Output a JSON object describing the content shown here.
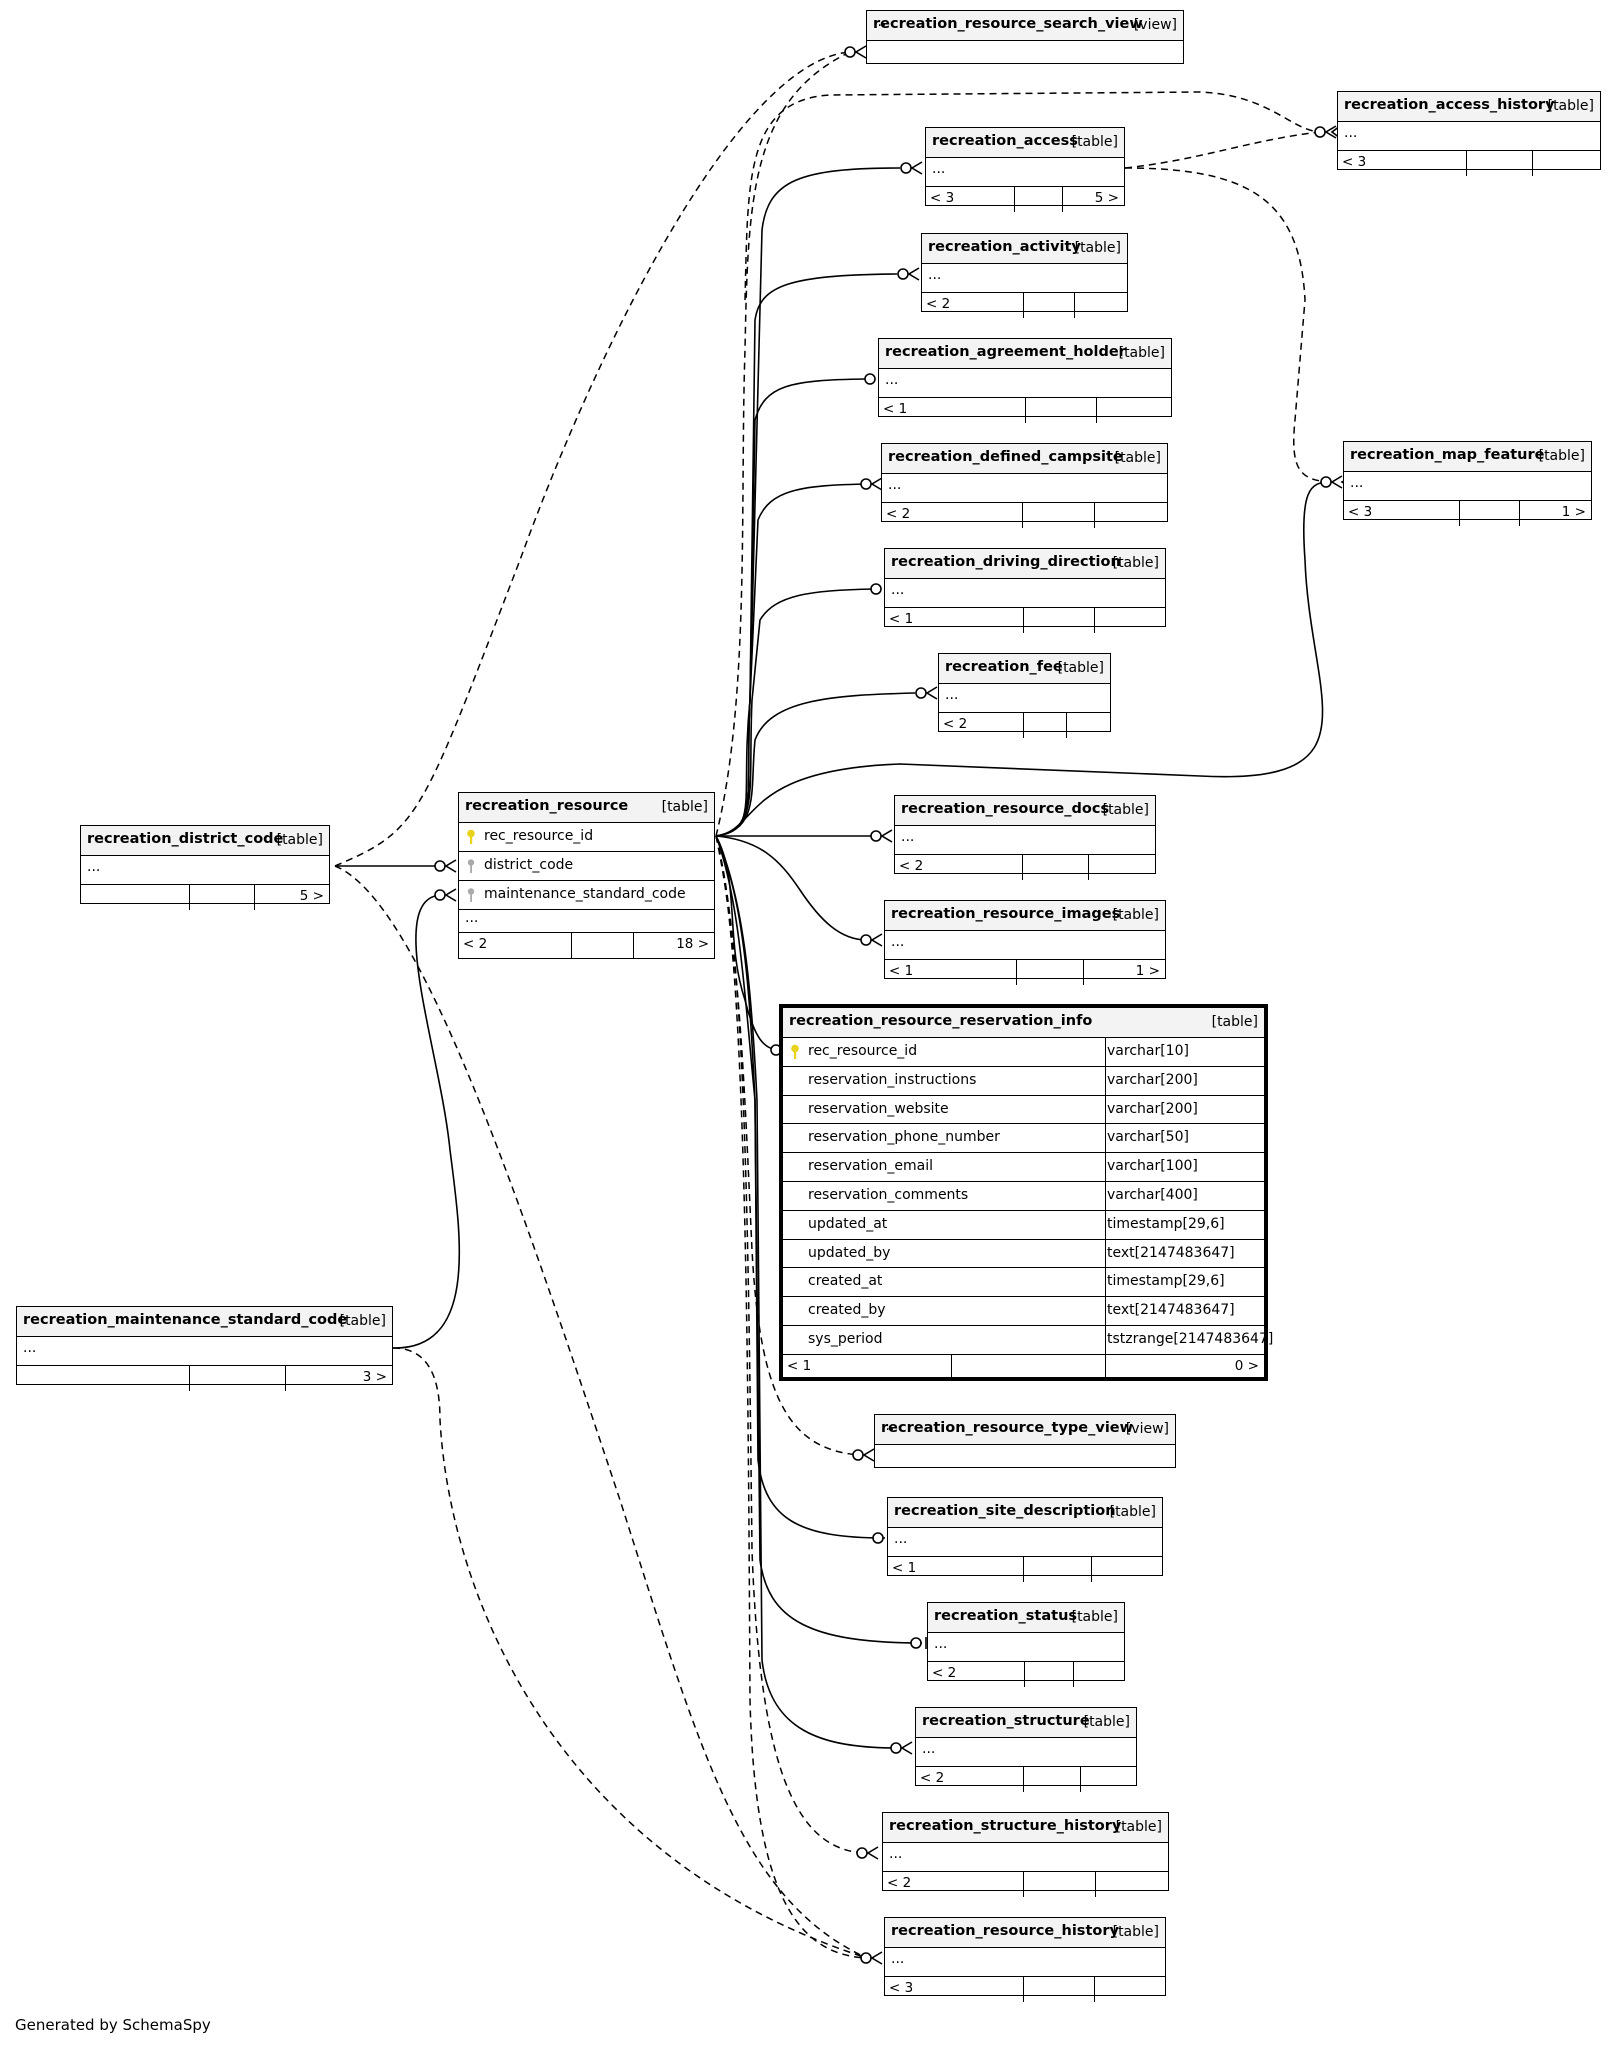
{
  "diagram": {
    "credit": "Generated by SchemaSpy",
    "colors": {
      "primary_key": "#e8d21a",
      "foreign_key": "#aaaaaa",
      "header_bg": "#f3f3f3"
    },
    "tables": {
      "search_view": {
        "name": "recreation_resource_search_view",
        "type": "[view]",
        "rows": "..."
      },
      "access_history": {
        "name": "recreation_access_history",
        "type": "[table]",
        "rows": "...",
        "left": "< 3",
        "right": ""
      },
      "access": {
        "name": "recreation_access",
        "type": "[table]",
        "rows": "...",
        "left": "< 3",
        "right": "5 >"
      },
      "activity": {
        "name": "recreation_activity",
        "type": "[table]",
        "rows": "...",
        "left": "< 2",
        "right": ""
      },
      "agreement_holder": {
        "name": "recreation_agreement_holder",
        "type": "[table]",
        "rows": "...",
        "left": "< 1",
        "right": ""
      },
      "defined_campsite": {
        "name": "recreation_defined_campsite",
        "type": "[table]",
        "rows": "...",
        "left": "< 2",
        "right": ""
      },
      "driving_direction": {
        "name": "recreation_driving_direction",
        "type": "[table]",
        "rows": "...",
        "left": "< 1",
        "right": ""
      },
      "fee": {
        "name": "recreation_fee",
        "type": "[table]",
        "rows": "...",
        "left": "< 2",
        "right": ""
      },
      "map_feature": {
        "name": "recreation_map_feature",
        "type": "[table]",
        "rows": "...",
        "left": "< 3",
        "right": "1 >"
      },
      "docs": {
        "name": "recreation_resource_docs",
        "type": "[table]",
        "rows": "...",
        "left": "< 2",
        "right": ""
      },
      "images": {
        "name": "recreation_resource_images",
        "type": "[table]",
        "rows": "...",
        "left": "< 1",
        "right": "1 >"
      },
      "district_code": {
        "name": "recreation_district_code",
        "type": "[table]",
        "rows": "...",
        "left": "",
        "right": "5 >"
      },
      "resource": {
        "name": "recreation_resource",
        "type": "[table]",
        "columns": [
          "rec_resource_id",
          "district_code",
          "maintenance_standard_code"
        ],
        "rows": "...",
        "left": "< 2",
        "right": "18 >"
      },
      "reservation_info": {
        "name": "recreation_resource_reservation_info",
        "type": "[table]",
        "columns": [
          {
            "name": "rec_resource_id",
            "type": "varchar[10]"
          },
          {
            "name": "reservation_instructions",
            "type": "varchar[200]"
          },
          {
            "name": "reservation_website",
            "type": "varchar[200]"
          },
          {
            "name": "reservation_phone_number",
            "type": "varchar[50]"
          },
          {
            "name": "reservation_email",
            "type": "varchar[100]"
          },
          {
            "name": "reservation_comments",
            "type": "varchar[400]"
          },
          {
            "name": "updated_at",
            "type": "timestamp[29,6]"
          },
          {
            "name": "updated_by",
            "type": "text[2147483647]"
          },
          {
            "name": "created_at",
            "type": "timestamp[29,6]"
          },
          {
            "name": "created_by",
            "type": "text[2147483647]"
          },
          {
            "name": "sys_period",
            "type": "tstzrange[2147483647]"
          }
        ],
        "left": "< 1",
        "right": "0 >"
      },
      "maintenance_code": {
        "name": "recreation_maintenance_standard_code",
        "type": "[table]",
        "rows": "...",
        "left": "",
        "right": "3 >"
      },
      "type_view": {
        "name": "recreation_resource_type_view",
        "type": "[view]",
        "rows": "..."
      },
      "site_description": {
        "name": "recreation_site_description",
        "type": "[table]",
        "rows": "...",
        "left": "< 1",
        "right": ""
      },
      "status": {
        "name": "recreation_status",
        "type": "[table]",
        "rows": "...",
        "left": "< 2",
        "right": ""
      },
      "structure": {
        "name": "recreation_structure",
        "type": "[table]",
        "rows": "...",
        "left": "< 2",
        "right": ""
      },
      "structure_history": {
        "name": "recreation_structure_history",
        "type": "[table]",
        "rows": "...",
        "left": "< 2",
        "right": ""
      },
      "resource_history": {
        "name": "recreation_resource_history",
        "type": "[table]",
        "rows": "...",
        "left": "< 3",
        "right": ""
      }
    }
  }
}
